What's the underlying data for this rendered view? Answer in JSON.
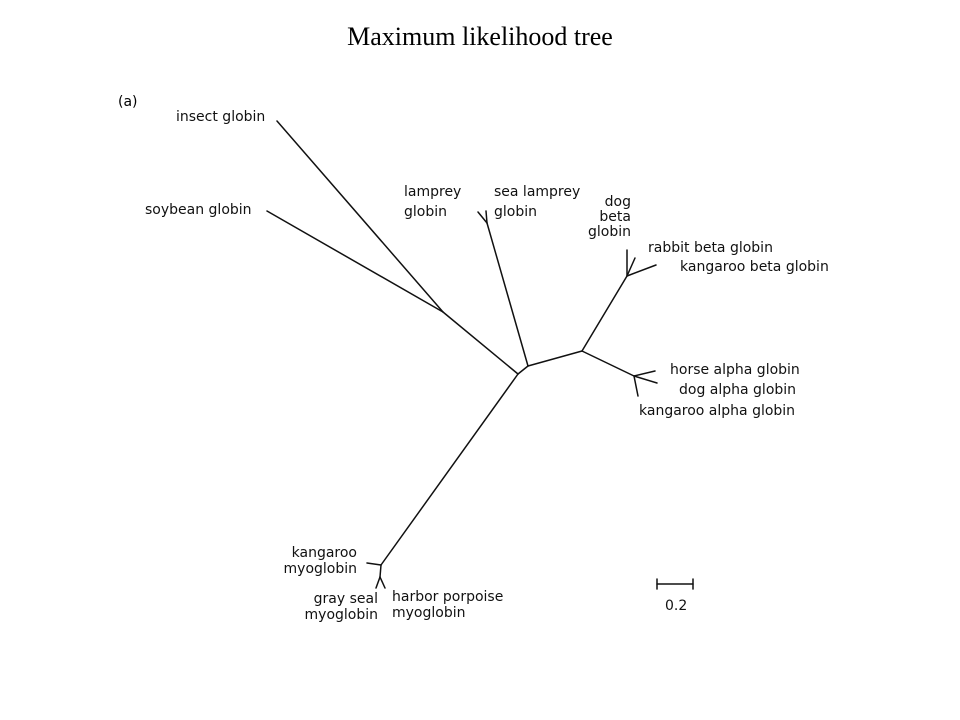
{
  "title": "Maximum likelihood tree",
  "panel_label": "(a)",
  "scale_bar": {
    "label": "0.2",
    "length": 0.2
  },
  "leaves": {
    "insect": [
      "insect globin"
    ],
    "soybean": [
      "soybean globin"
    ],
    "lamprey": [
      "lamprey",
      "globin"
    ],
    "sea_lamprey": [
      "sea lamprey",
      "globin"
    ],
    "dog_beta": [
      "dog",
      "beta",
      "globin"
    ],
    "rabbit_beta": [
      "rabbit beta globin"
    ],
    "kangaroo_beta": [
      "kangaroo beta globin"
    ],
    "horse_alpha": [
      "horse alpha globin"
    ],
    "dog_alpha": [
      "dog alpha globin"
    ],
    "kangaroo_alpha": [
      "kangaroo alpha globin"
    ],
    "kangaroo_myo": [
      "kangaroo",
      "myoglobin"
    ],
    "gray_seal_myo": [
      "gray seal",
      "myoglobin"
    ],
    "harbor_porpoise_myo": [
      "harbor porpoise",
      "myoglobin"
    ]
  }
}
